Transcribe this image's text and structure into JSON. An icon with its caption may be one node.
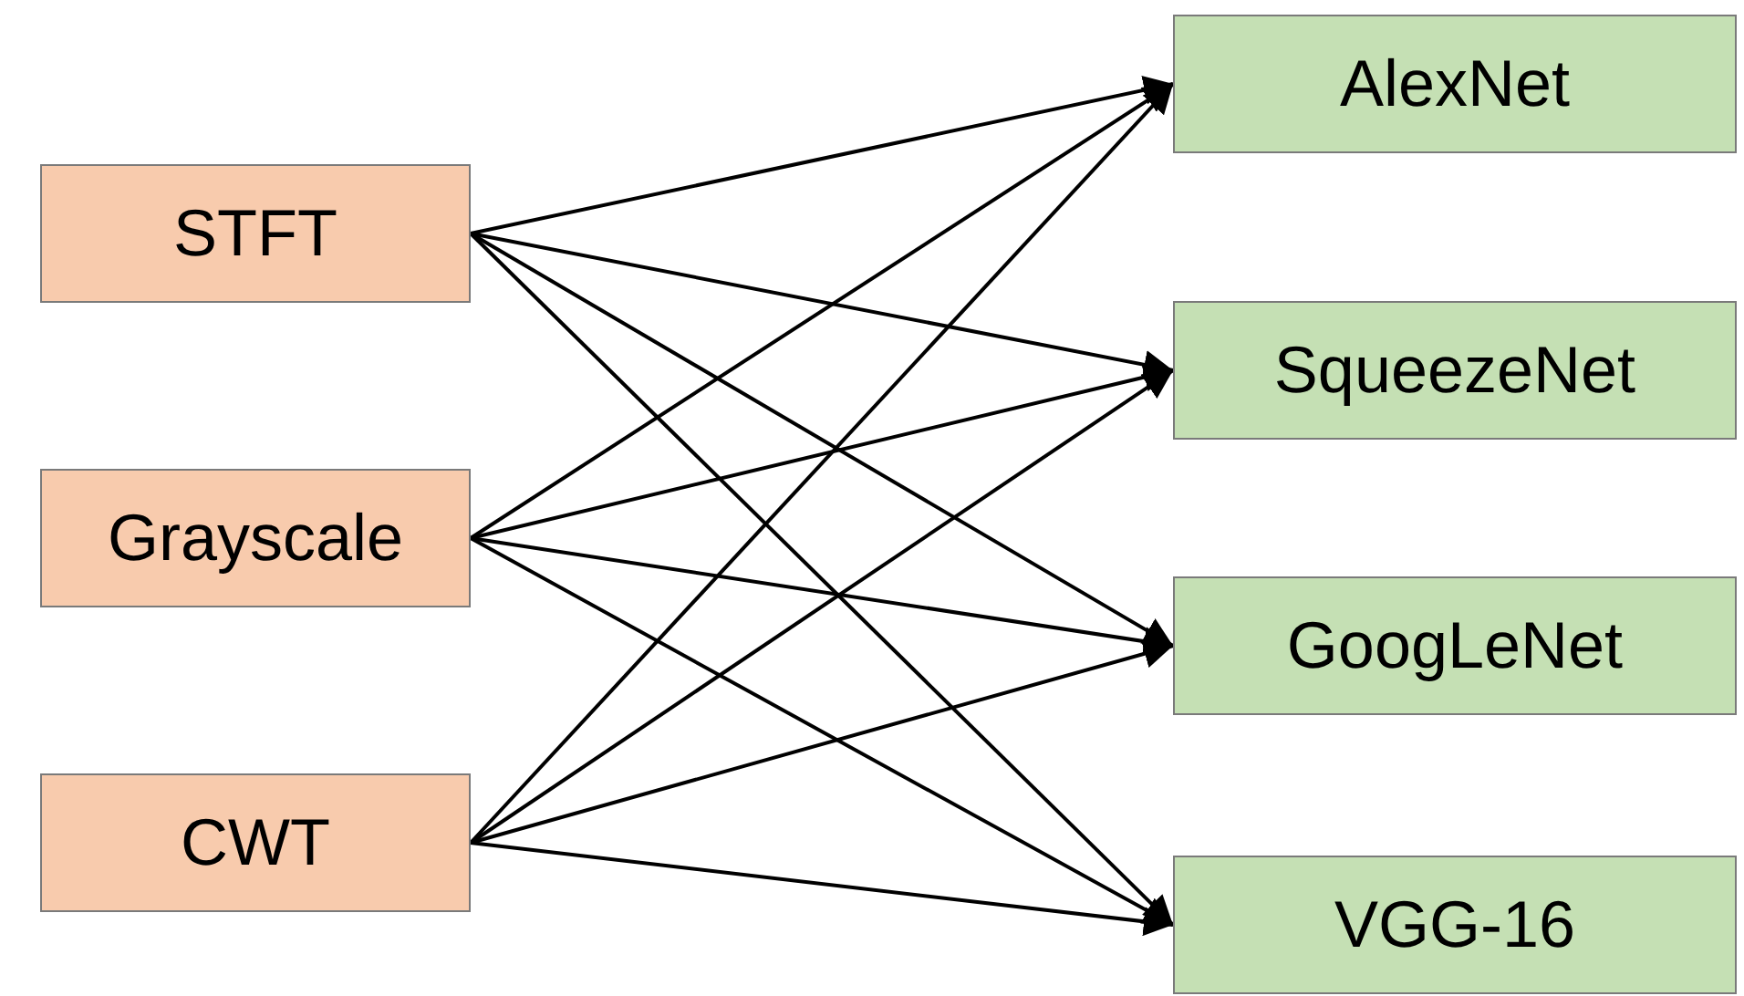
{
  "diagram": {
    "nodes": [
      {
        "text": [
          "STFT"
        ]
      },
      {
        "text": [
          "Grayscale"
        ]
      },
      {
        "text": [
          "CWT"
        ]
      },
      {
        "text": [
          "AlexNet"
        ]
      },
      {
        "text": [
          "SqueezeNet"
        ]
      },
      {
        "text": [
          "GoogLeNet"
        ]
      },
      {
        "text": [
          "VGG-16"
        ]
      }
    ],
    "edges": [
      {
        "from": 0,
        "to": 3,
        "arrow": "to"
      },
      {
        "from": 0,
        "to": 4,
        "arrow": "to"
      },
      {
        "from": 0,
        "to": 5,
        "arrow": "to"
      },
      {
        "from": 0,
        "to": 6,
        "arrow": "to"
      },
      {
        "from": 1,
        "to": 3,
        "arrow": "to"
      },
      {
        "from": 1,
        "to": 4,
        "arrow": "to"
      },
      {
        "from": 1,
        "to": 5,
        "arrow": "to"
      },
      {
        "from": 1,
        "to": 6,
        "arrow": "to"
      },
      {
        "from": 2,
        "to": 3,
        "arrow": "to"
      },
      {
        "from": 2,
        "to": 4,
        "arrow": "to"
      },
      {
        "from": 2,
        "to": 5,
        "arrow": "to"
      },
      {
        "from": 2,
        "to": 6,
        "arrow": "to"
      }
    ]
  }
}
